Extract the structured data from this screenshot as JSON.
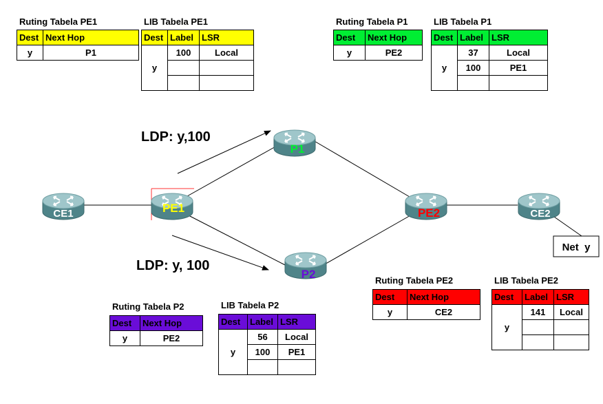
{
  "colors": {
    "pe1": "#ffff00",
    "p1": "#00ee33",
    "pe2": "#ff0000",
    "p2": "#6a0dd8",
    "router_fill": "#5a8e94",
    "router_top": "#a9ccd0"
  },
  "tables": {
    "pe1_rt": {
      "title": "Ruting Tabela PE1",
      "h1": "Dest",
      "h2": "Next Hop",
      "dest": "y",
      "hop": "P1"
    },
    "pe1_lib": {
      "title": "LIB Tabela PE1",
      "h1": "Dest",
      "h2": "Label",
      "h3": "LSR",
      "dest": "y",
      "rows": [
        {
          "label": "100",
          "lsr": "Local"
        },
        {
          "label": "",
          "lsr": ""
        },
        {
          "label": "",
          "lsr": ""
        }
      ]
    },
    "p1_rt": {
      "title": "Ruting Tabela P1",
      "h1": "Dest",
      "h2": "Next Hop",
      "dest": "y",
      "hop": "PE2"
    },
    "p1_lib": {
      "title": "LIB Tabela P1",
      "h1": "Dest",
      "h2": "Label",
      "h3": "LSR",
      "dest": "y",
      "rows": [
        {
          "label": "37",
          "lsr": "Local"
        },
        {
          "label": "100",
          "lsr": "PE1"
        },
        {
          "label": "",
          "lsr": ""
        }
      ]
    },
    "pe2_rt": {
      "title": "Ruting Tabela PE2",
      "h1": "Dest",
      "h2": "Next Hop",
      "dest": "y",
      "hop": "CE2"
    },
    "pe2_lib": {
      "title": "LIB Tabela PE2",
      "h1": "Dest",
      "h2": "Label",
      "h3": "LSR",
      "dest": "y",
      "rows": [
        {
          "label": "141",
          "lsr": "Local"
        },
        {
          "label": "",
          "lsr": ""
        },
        {
          "label": "",
          "lsr": ""
        }
      ]
    },
    "p2_rt": {
      "title": "Ruting Tabela P2",
      "h1": "Dest",
      "h2": "Next Hop",
      "dest": "y",
      "hop": "PE2"
    },
    "p2_lib": {
      "title": "LIB Tabela P2",
      "h1": "Dest",
      "h2": "Label",
      "h3": "LSR",
      "dest": "y",
      "rows": [
        {
          "label": "56",
          "lsr": "Local"
        },
        {
          "label": "100",
          "lsr": "PE1"
        },
        {
          "label": "",
          "lsr": ""
        }
      ]
    }
  },
  "routers": {
    "ce1": "CE1",
    "pe1": "PE1",
    "p1": "P1",
    "p2": "P2",
    "pe2": "PE2",
    "ce2": "CE2"
  },
  "net_label": "Net  y",
  "ldp_top": "LDP: y,100",
  "ldp_bottom": "LDP: y, 100"
}
